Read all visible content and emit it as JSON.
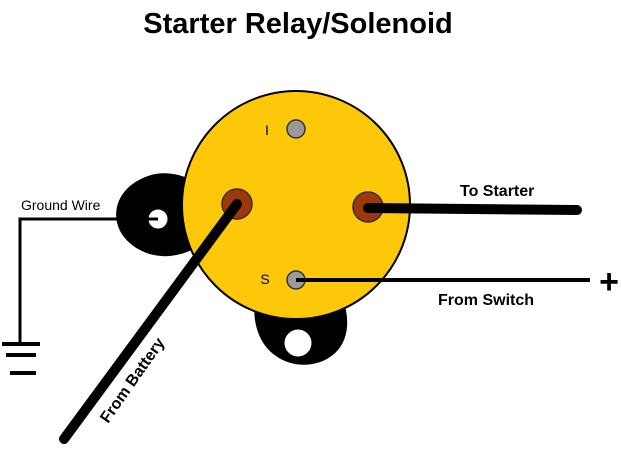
{
  "title": "Starter Relay/Solenoid",
  "labels": {
    "ground_wire": "Ground Wire",
    "to_starter": "To Starter",
    "from_switch": "From Switch",
    "from_battery": "From Battery",
    "plus_sign": "+"
  },
  "terminals": {
    "i": "I",
    "s": "S"
  },
  "colors": {
    "solenoid_body": "#FDC80A",
    "large_terminal": "#A0360C",
    "small_terminal": "#9A9A9A",
    "wire": "#000000",
    "mount_bracket": "#000000"
  },
  "icons": {
    "ground_symbol": "ground-icon"
  }
}
